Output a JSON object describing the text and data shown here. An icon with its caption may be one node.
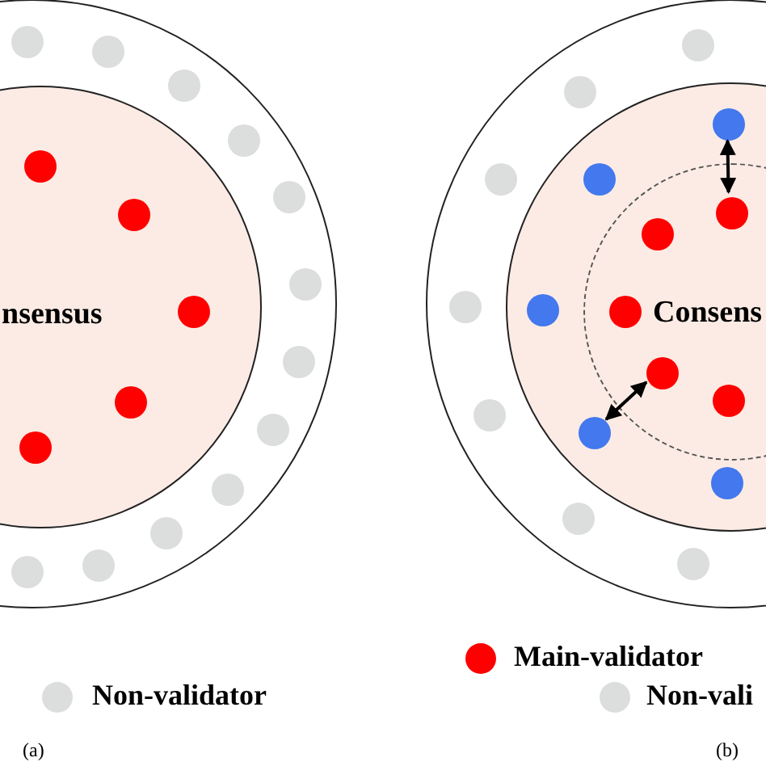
{
  "diagram": {
    "nodes": [
      {
        "text": [
          "nsensus"
        ]
      },
      {
        "text": [],
        "shape": "circle"
      },
      {
        "text": [
          "Consens"
        ],
        "in": 1
      },
      {
        "text": [],
        "shape": "circle",
        "in": 1
      },
      {
        "text": [],
        "shape": "circle",
        "in": 2
      },
      {
        "text": [],
        "shape": "circle",
        "in": 1
      },
      {
        "text": [],
        "shape": "circle",
        "in": 2
      }
    ],
    "edges": [
      {
        "from": 3,
        "to": 4,
        "arrow": "both"
      },
      {
        "from": 5,
        "to": 6,
        "arrow": "both"
      }
    ],
    "labels": [
      "(a)",
      "(b)"
    ],
    "legend": [
      {
        "text": "Non-validator",
        "color": "#dcdddd"
      },
      {
        "text": "Main-validator",
        "color": "#ff0000"
      },
      {
        "text": "Non-vali",
        "color": "#dcdddd"
      }
    ]
  }
}
